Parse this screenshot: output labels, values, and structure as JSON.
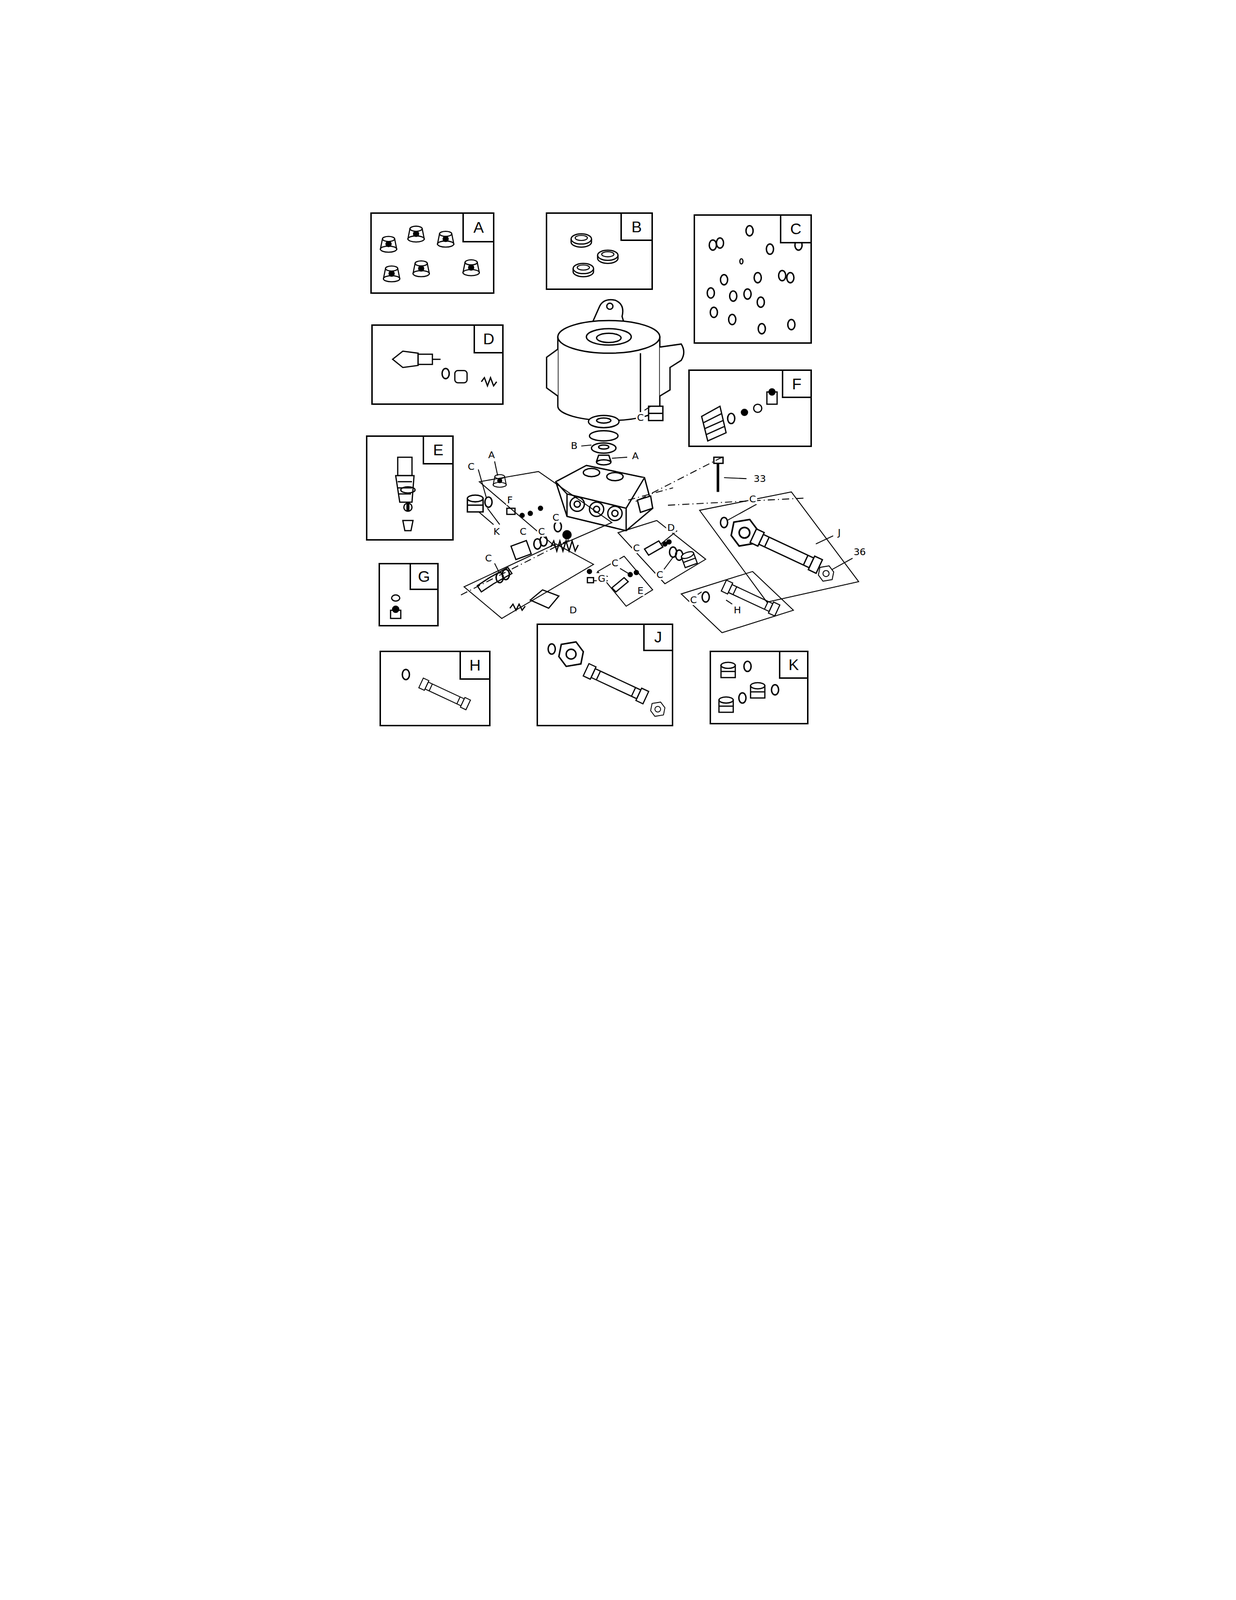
{
  "diagram": {
    "nodes": [
      {
        "text": [
          "A"
        ]
      },
      {
        "text": [
          "B"
        ]
      },
      {
        "text": [
          "C"
        ]
      },
      {
        "text": [
          "D"
        ]
      },
      {
        "text": [
          "F"
        ]
      },
      {
        "text": [
          "E"
        ]
      },
      {
        "text": [
          "G"
        ]
      },
      {
        "text": [
          "H"
        ]
      },
      {
        "text": [
          "J"
        ]
      },
      {
        "text": [
          "K"
        ]
      }
    ],
    "labels": [
      "C",
      "B",
      "A",
      "A",
      "33",
      "C",
      "F",
      "C",
      "C",
      "K",
      "C",
      "C",
      "D",
      "J",
      "C",
      "36",
      "C",
      "C",
      "C",
      "G",
      "E",
      "C",
      "H",
      "D"
    ]
  }
}
